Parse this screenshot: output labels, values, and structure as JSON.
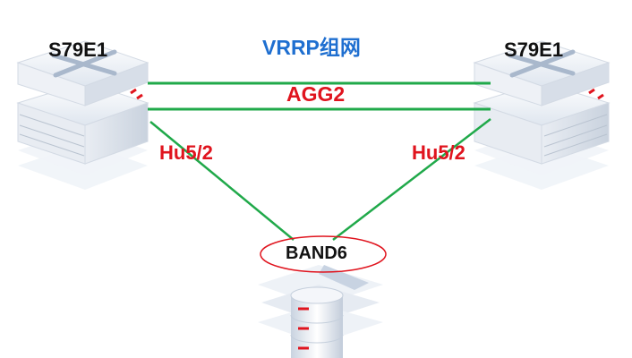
{
  "diagram": {
    "title": "VRRP组网",
    "switch_left_label": "S79E1",
    "switch_right_label": "S79E1",
    "agg_label": "AGG2",
    "port_left_label": "Hu5/2",
    "port_right_label": "Hu5/2",
    "server_label": "BAND6"
  },
  "colors": {
    "link": "#20a94a",
    "title": "#1f6fd0",
    "port_text": "#e0141e",
    "highlight_ellipse": "#e0141e"
  },
  "icons": {
    "switch_left": "network-switch-icon",
    "switch_right": "network-switch-icon",
    "server": "database-server-icon"
  }
}
